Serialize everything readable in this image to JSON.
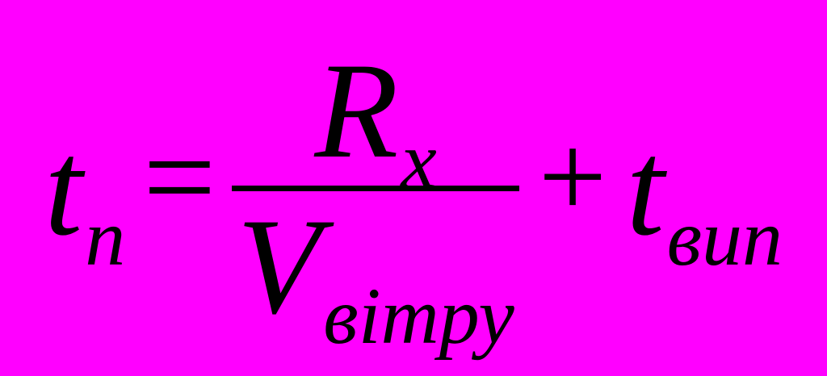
{
  "formula": {
    "lhs_base": "t",
    "lhs_sub": "п",
    "equals": "=",
    "num_base": "R",
    "num_sub": "x",
    "den_base": "V",
    "den_sub": "вітру",
    "plus": "+",
    "rhs_base": "t",
    "rhs_sub": "вип"
  },
  "colors": {
    "background": "#FF00FF",
    "text": "#000000",
    "fraction_bar": "#000000"
  }
}
